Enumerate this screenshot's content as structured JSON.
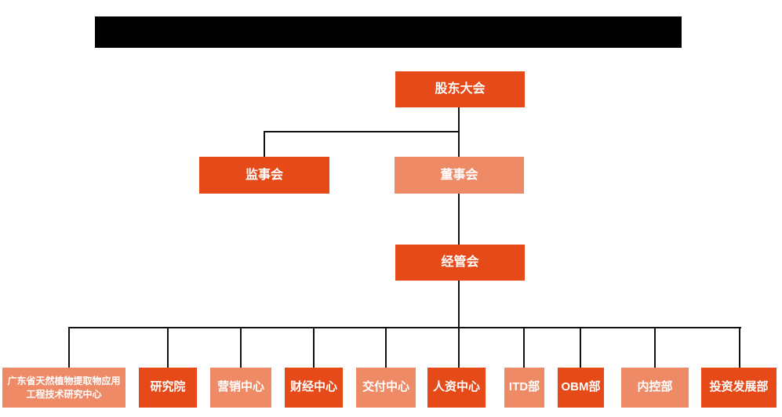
{
  "page": {
    "background_color": "#ffffff",
    "title_bar_color": "#000000",
    "title_bar_text": ""
  },
  "colors": {
    "node_dark_orange": "#E64A19",
    "node_light_salmon": "#EF8A67",
    "connector_line": "#111111",
    "node_text": "#ffffff"
  },
  "org_chart": {
    "root": {
      "label": "股东大会",
      "variant": "dark"
    },
    "level2": [
      {
        "label": "监事会",
        "variant": "dark"
      },
      {
        "label": "董事会",
        "variant": "light"
      }
    ],
    "level3": {
      "label": "经管会",
      "variant": "dark"
    },
    "departments": [
      {
        "label": "广东省天然植物提取物应用工程技术研究中心",
        "variant": "light"
      },
      {
        "label": "研究院",
        "variant": "dark"
      },
      {
        "label": "营销中心",
        "variant": "light"
      },
      {
        "label": "财经中心",
        "variant": "dark"
      },
      {
        "label": "交付中心",
        "variant": "light"
      },
      {
        "label": "人资中心",
        "variant": "dark"
      },
      {
        "label": "ITD部",
        "variant": "light"
      },
      {
        "label": "OBM部",
        "variant": "dark"
      },
      {
        "label": "内控部",
        "variant": "light"
      },
      {
        "label": "投资发展部",
        "variant": "dark"
      }
    ]
  }
}
